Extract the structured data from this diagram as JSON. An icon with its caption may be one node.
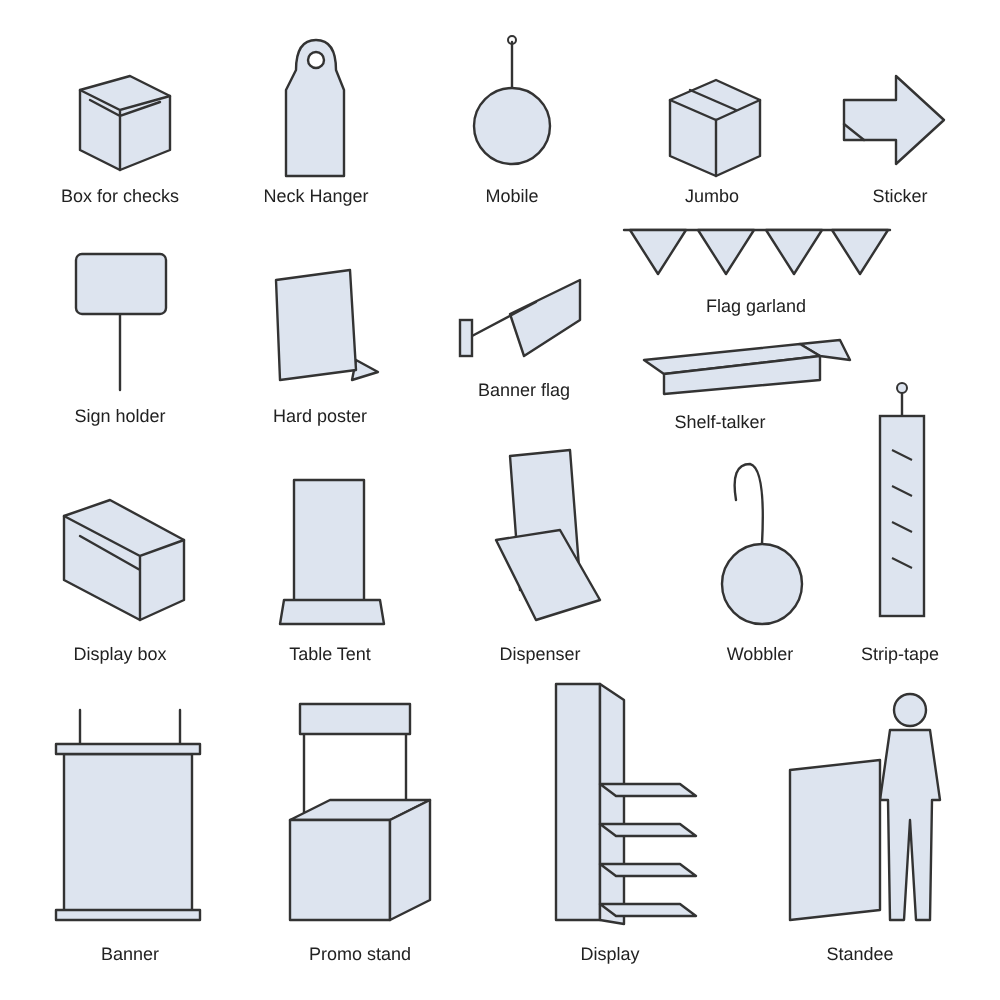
{
  "diagram": {
    "nodes": [
      {
        "text": [
          "Box for checks"
        ]
      },
      {
        "text": [
          "Neck Hanger"
        ]
      },
      {
        "text": [
          "Mobile"
        ]
      },
      {
        "text": [
          "Jumbo"
        ]
      },
      {
        "text": [
          "Sticker"
        ]
      },
      {
        "text": [
          "Sign holder"
        ]
      },
      {
        "text": [
          "Hard poster"
        ]
      },
      {
        "text": [
          "Banner flag"
        ]
      },
      {
        "text": [
          "Flag garland"
        ]
      },
      {
        "text": [
          "Shelf-talker"
        ]
      },
      {
        "text": [
          "Display box"
        ]
      },
      {
        "text": [
          "Table Tent"
        ]
      },
      {
        "text": [
          "Dispenser"
        ]
      },
      {
        "text": [
          "Wobbler"
        ]
      },
      {
        "text": [
          "Strip-tape"
        ]
      },
      {
        "text": [
          "Banner"
        ]
      },
      {
        "text": [
          "Promo stand"
        ]
      },
      {
        "text": [
          "Display"
        ]
      },
      {
        "text": [
          "Standee"
        ]
      }
    ]
  }
}
